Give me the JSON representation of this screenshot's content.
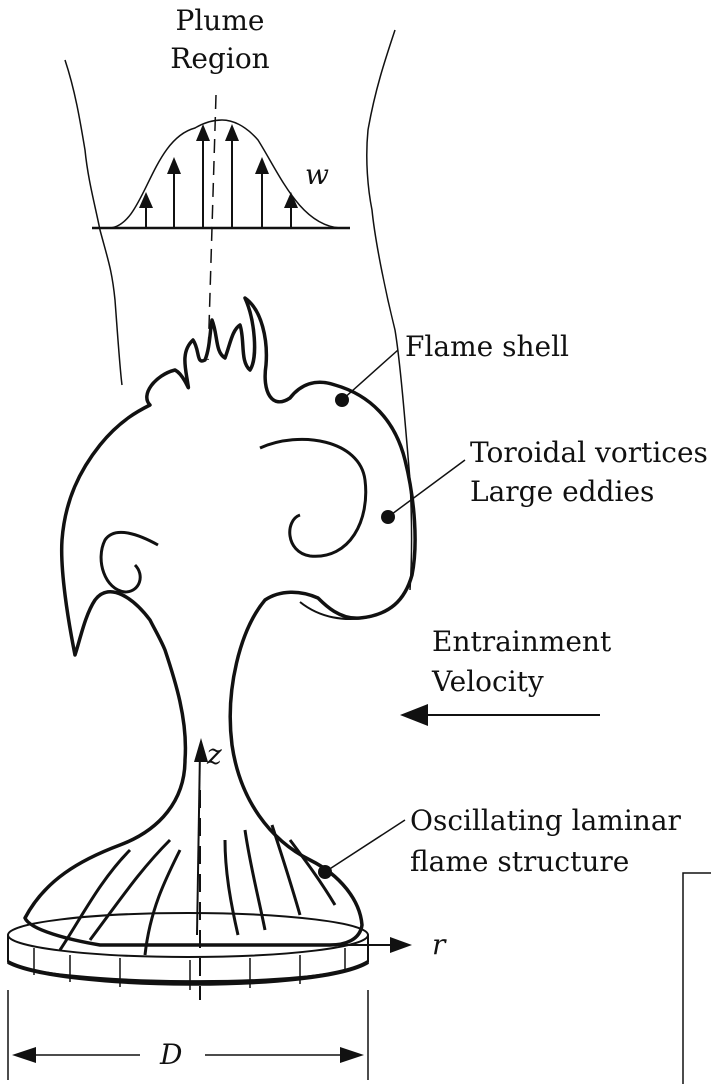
{
  "labels": {
    "plume_region_line1": "Plume",
    "plume_region_line2": "Region",
    "velocity_profile_symbol": "w",
    "flame_shell": "Flame shell",
    "toroidal_vortices_line1": "Toroidal vortices",
    "toroidal_vortices_line2": "Large eddies",
    "entrainment_line1": "Entrainment",
    "entrainment_line2": "Velocity",
    "z_axis": "z",
    "r_axis": "r",
    "oscillating_line1": "Oscillating laminar",
    "oscillating_line2": "flame structure",
    "diameter": "D"
  },
  "colors": {
    "ink": "#111111",
    "background": "#ffffff"
  }
}
